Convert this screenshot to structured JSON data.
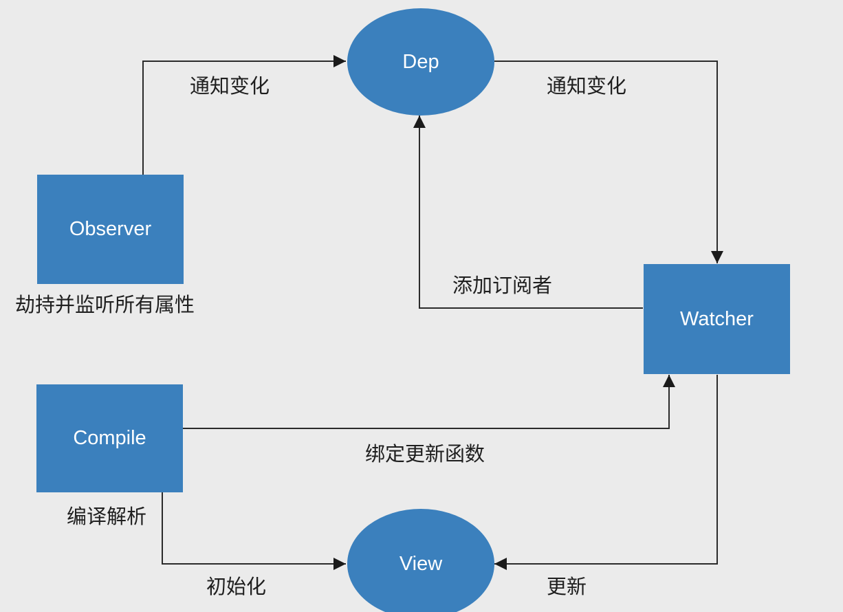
{
  "nodes": {
    "dep": "Dep",
    "observer": "Observer",
    "watcher": "Watcher",
    "compile": "Compile",
    "view": "View"
  },
  "captions": {
    "observer": "劫持并监听所有属性",
    "compile": "编译解析"
  },
  "edges": {
    "observer_to_dep": "通知变化",
    "dep_to_watcher": "通知变化",
    "watcher_to_dep": "添加订阅者",
    "compile_to_watcher": "绑定更新函数",
    "compile_to_view": "初始化",
    "watcher_to_view": "更新"
  },
  "colors": {
    "background": "#ebebeb",
    "node_fill": "#3b80bd",
    "node_text": "#ffffff",
    "line": "#2a2a2a",
    "label_text": "#1f1f1f"
  }
}
